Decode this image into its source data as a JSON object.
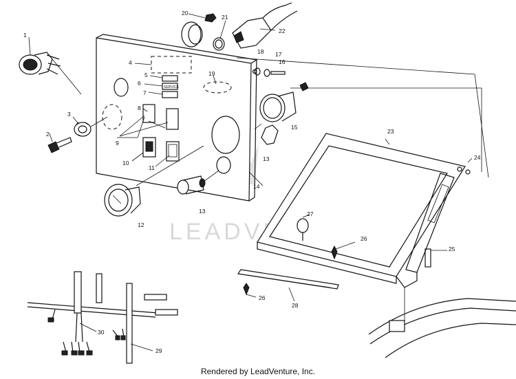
{
  "watermark": {
    "text": "LEADVENTURE"
  },
  "footer": {
    "text": "Rendered by LeadVenture, Inc."
  },
  "callouts": [
    "1",
    "2",
    "3",
    "4",
    "5",
    "6",
    "7",
    "8",
    "9",
    "10",
    "11",
    "12",
    "13",
    "13",
    "14",
    "15",
    "16",
    "17",
    "18",
    "19",
    "20",
    "21",
    "22",
    "23",
    "24",
    "25",
    "26",
    "26",
    "27",
    "28",
    "29",
    "30"
  ],
  "panel_labels": [
    "SERVICE"
  ]
}
